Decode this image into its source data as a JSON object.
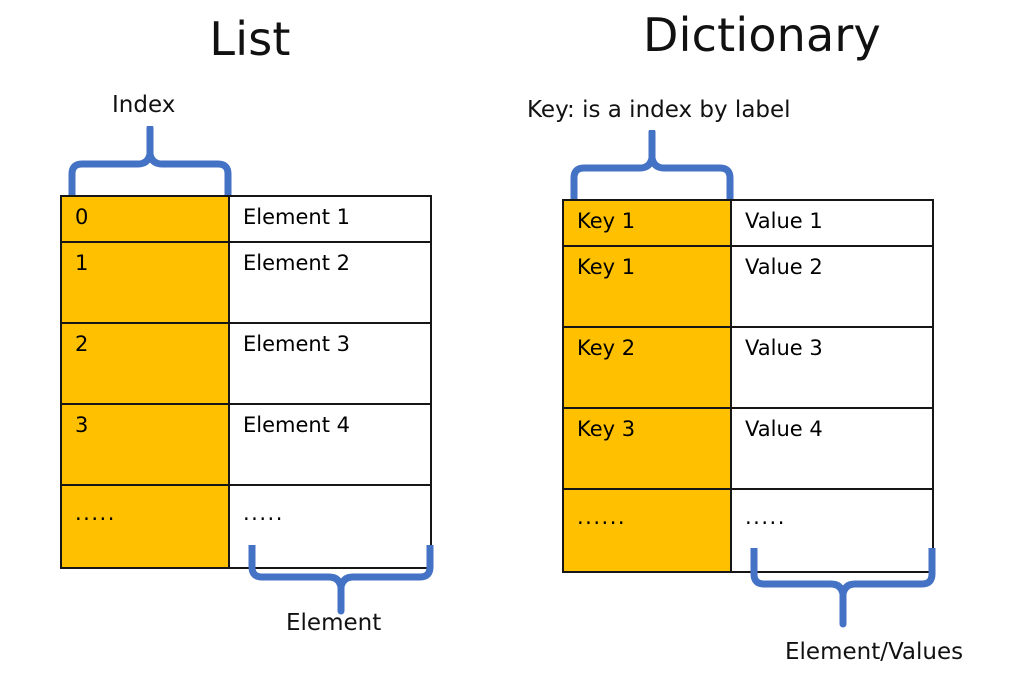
{
  "colors": {
    "accent_orange": "#FFC000",
    "brace_blue": "#4472C4",
    "border_black": "#161616",
    "text_black": "#111111",
    "background": "#FFFFFF"
  },
  "list_section": {
    "title": "List",
    "top_label": "Index",
    "bottom_label": "Element",
    "columns": [
      "Index",
      "Element"
    ],
    "rows": [
      {
        "index": "0",
        "element": "Element  1"
      },
      {
        "index": "1",
        "element": "Element  2"
      },
      {
        "index": "2",
        "element": "Element  3"
      },
      {
        "index": "3",
        "element": "Element  4"
      },
      {
        "index": ".....",
        "element": "....."
      }
    ]
  },
  "dictionary_section": {
    "title": "Dictionary",
    "top_label": "Key: is a index by label",
    "bottom_label": "Element/Values",
    "columns": [
      "Key",
      "Value"
    ],
    "rows": [
      {
        "key": "Key 1",
        "value": "Value  1"
      },
      {
        "key": "Key 1",
        "value": "Value  2"
      },
      {
        "key": "Key 2",
        "value": "Value 3"
      },
      {
        "key": "Key 3",
        "value": "Value  4"
      },
      {
        "key": "......",
        "value": "....."
      }
    ]
  }
}
